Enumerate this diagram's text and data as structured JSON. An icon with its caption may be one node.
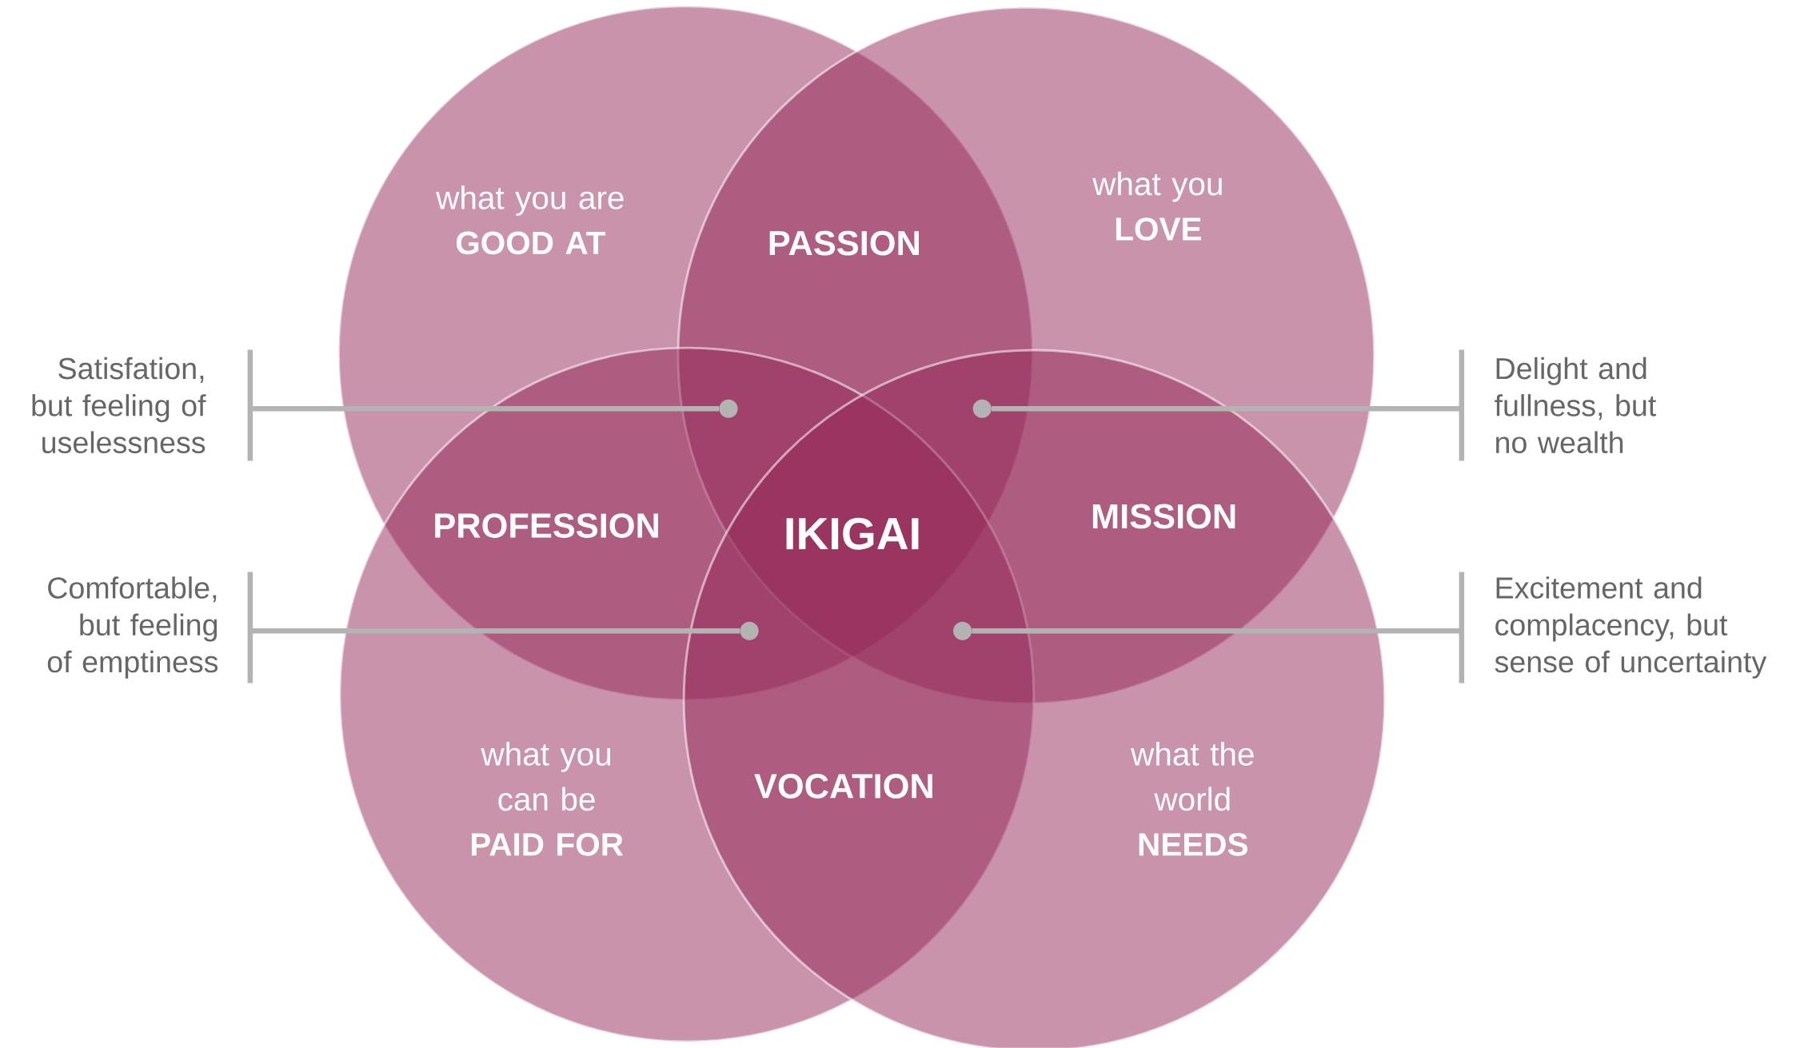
{
  "diagram": {
    "nodes": [
      {
        "text": [
          "what you are",
          "GOOD AT"
        ]
      },
      {
        "text": [
          "what you",
          "LOVE"
        ]
      },
      {
        "text": [
          "what you can be",
          "PAID FOR"
        ]
      },
      {
        "text": [
          "what the world",
          "NEEDS"
        ]
      },
      {
        "text": [
          "Satisfation, but feeling of uselessness"
        ]
      },
      {
        "text": [
          "Delight and fullness, but no wealth"
        ]
      },
      {
        "text": [
          "Comfortable, but feeling of emptiness"
        ]
      },
      {
        "text": [
          "Excitement and complacency, but sense of uncertainty"
        ]
      },
      {
        "text": [],
        "shape": "circle"
      },
      {
        "text": [],
        "shape": "circle"
      },
      {
        "text": [],
        "shape": "circle"
      },
      {
        "text": [],
        "shape": "circle"
      }
    ],
    "edges": [
      {
        "from": 4,
        "to": 8,
        "arrow": "none"
      },
      {
        "from": 5,
        "to": 9,
        "arrow": "none"
      },
      {
        "from": 6,
        "to": 10,
        "arrow": "none"
      },
      {
        "from": 7,
        "to": 11,
        "arrow": "none"
      }
    ],
    "labels": [
      "PASSION",
      "PROFESSION",
      "IKIGAI",
      "MISSION",
      "VOCATION"
    ]
  }
}
